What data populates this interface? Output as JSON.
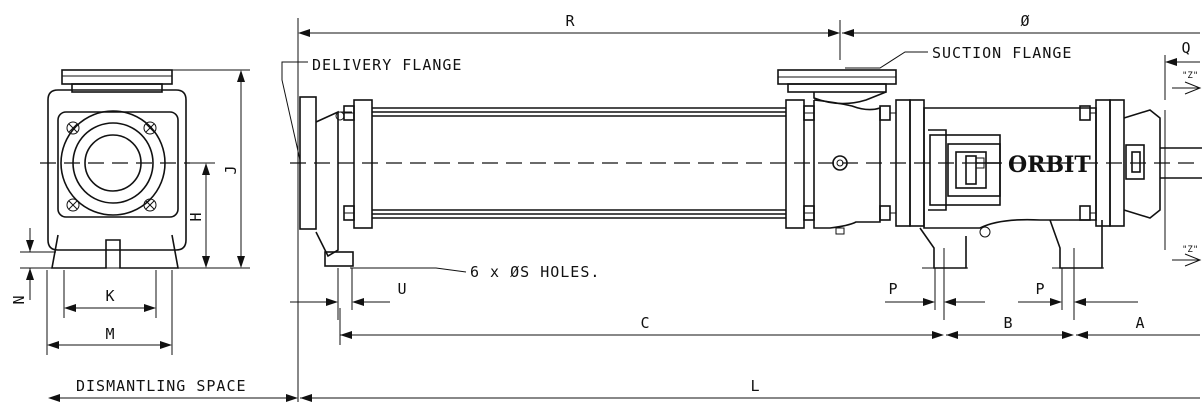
{
  "annotations": {
    "delivery_flange": "DELIVERY FLANGE",
    "suction_flange": "SUCTION FLANGE",
    "holes": "6 x ØS HOLES.",
    "dismantling": "DISMANTLING SPACE",
    "brand": "ORBIT",
    "view_mark": "\"Z\""
  },
  "dimensions": {
    "R": "R",
    "O": "Ø",
    "Q": "Q",
    "J": "J",
    "H": "H",
    "N": "N",
    "K": "K",
    "M": "M",
    "U": "U",
    "P1": "P",
    "P2": "P",
    "C": "C",
    "B": "B",
    "A": "A",
    "L": "L"
  }
}
